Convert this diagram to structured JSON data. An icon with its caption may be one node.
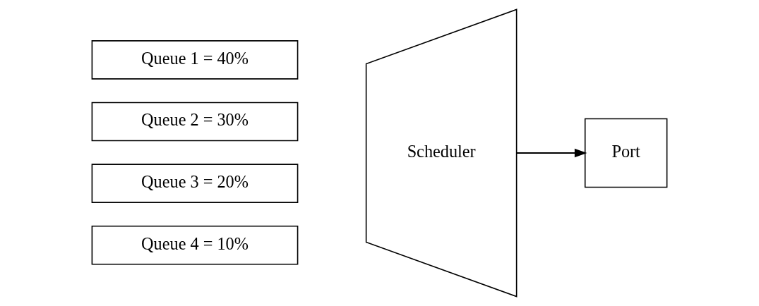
{
  "diagram": {
    "nodes": [
      {
        "text": [
          "Queue 1 = 40%"
        ]
      },
      {
        "text": [
          "Queue 2 = 30%"
        ]
      },
      {
        "text": [
          "Queue 3 = 20%"
        ]
      },
      {
        "text": [
          "Queue 4 = 10%"
        ]
      },
      {
        "text": [
          "Scheduler"
        ]
      },
      {
        "text": [
          "Port"
        ]
      }
    ],
    "edges": [
      {
        "from": 4,
        "to": 5,
        "arrow": "to"
      }
    ]
  }
}
